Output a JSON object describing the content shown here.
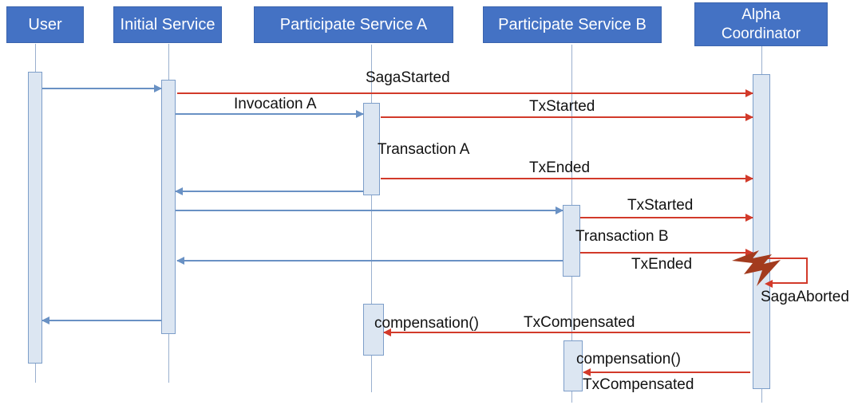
{
  "actors": [
    {
      "label": "User"
    },
    {
      "label": "Initial Service"
    },
    {
      "label": "Participate Service A"
    },
    {
      "label": "Participate Service B"
    },
    {
      "label": "Alpha Coordinator"
    }
  ],
  "messages": {
    "saga_started": "SagaStarted",
    "invocation_a": "Invocation A",
    "tx_started_a": "TxStarted",
    "transaction_a": "Transaction A",
    "tx_ended_a": "TxEnded",
    "tx_started_b": "TxStarted",
    "transaction_b": "Transaction B",
    "tx_ended_b": "TxEnded",
    "saga_aborted": "SagaAborted",
    "compensation_a": "compensation()",
    "tx_compensated_a": "TxCompensated",
    "compensation_b": "compensation()",
    "tx_compensated_b": "TxCompensated"
  },
  "colors": {
    "actor_bg": "#4472c4",
    "actor_border": "#3b64ad",
    "actor_text": "#ffffff",
    "activation_fill": "#dce6f2",
    "activation_border": "#7d9ec9",
    "lifeline": "#9ab0cf",
    "sync_arrow": "#6991c4",
    "event_arrow": "#d23a2a",
    "bolt": "#a33b1e",
    "label_text": "#111111"
  }
}
